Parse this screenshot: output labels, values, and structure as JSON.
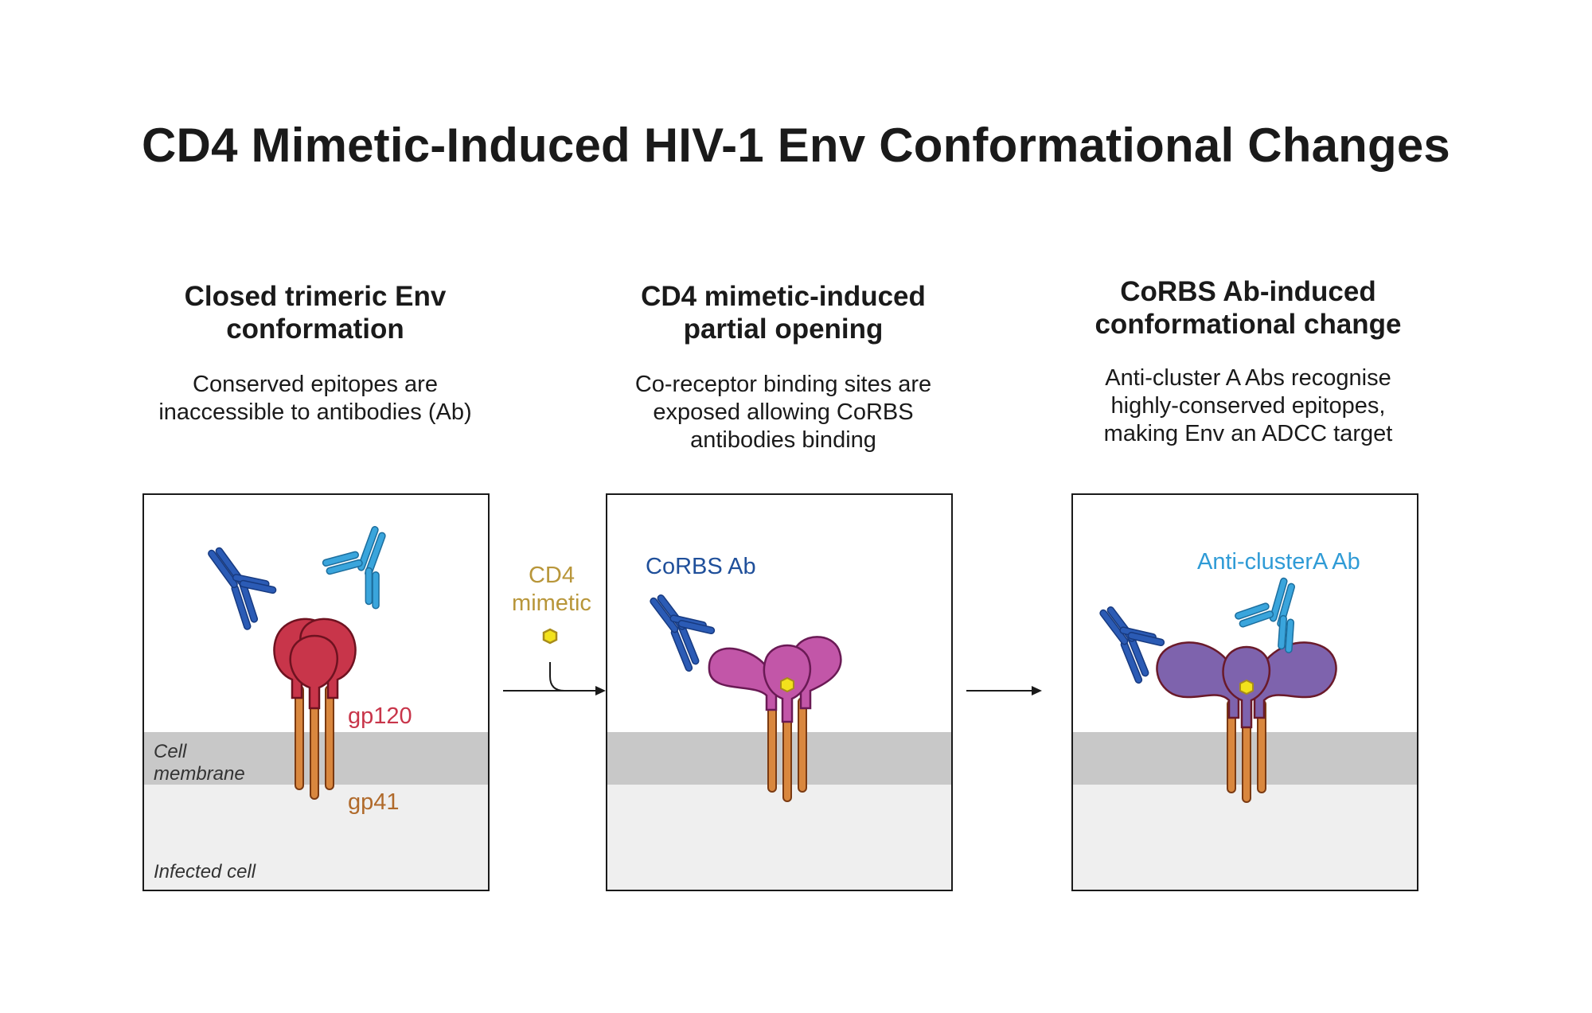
{
  "title": "CD4 Mimetic-Induced HIV-1 Env Conformational Changes",
  "panels": [
    {
      "heading_line1": "Closed trimeric Env",
      "heading_line2": "conformation",
      "desc_line1": "Conserved epitopes are",
      "desc_line2": "inaccessible to antibodies (Ab)",
      "desc_line3": ""
    },
    {
      "heading_line1": "CD4 mimetic-induced",
      "heading_line2": "partial opening",
      "desc_line1": "Co-receptor binding sites are",
      "desc_line2": "exposed allowing CoRBS",
      "desc_line3": "antibodies binding"
    },
    {
      "heading_line1": "CoRBS Ab-induced",
      "heading_line2": "conformational change",
      "desc_line1": "Anti-cluster A Abs recognise",
      "desc_line2": "highly-conserved epitopes,",
      "desc_line3": "making Env an ADCC target"
    }
  ],
  "labels": {
    "gp120": "gp120",
    "gp41": "gp41",
    "cell_membrane_line1": "Cell",
    "cell_membrane_line2": "membrane",
    "infected_cell": "Infected cell",
    "cd4_mimetic_line1": "CD4",
    "cd4_mimetic_line2": "mimetic",
    "corbs_ab": "CoRBS Ab",
    "anti_cluster_a_ab": "Anti-clusterA Ab"
  },
  "colors": {
    "gp120_closed": "#c8354a",
    "gp120_partial": "#c256a8",
    "gp120_open": "#7e63ad",
    "gp41": "#d9873e",
    "corbs_ab": "#2b5bb5",
    "anti_cluster_a_ab": "#3aa5dc",
    "cd4_mimetic": "#f2e21c",
    "membrane": "#c8c8c8",
    "cytoplasm": "#efefef",
    "gp120_label": "#c8354a",
    "gp41_label": "#b06a2b",
    "mimetic_label": "#b8963a",
    "corbs_label": "#1f4f9a",
    "anti_cluster_label": "#2f9bd6"
  }
}
